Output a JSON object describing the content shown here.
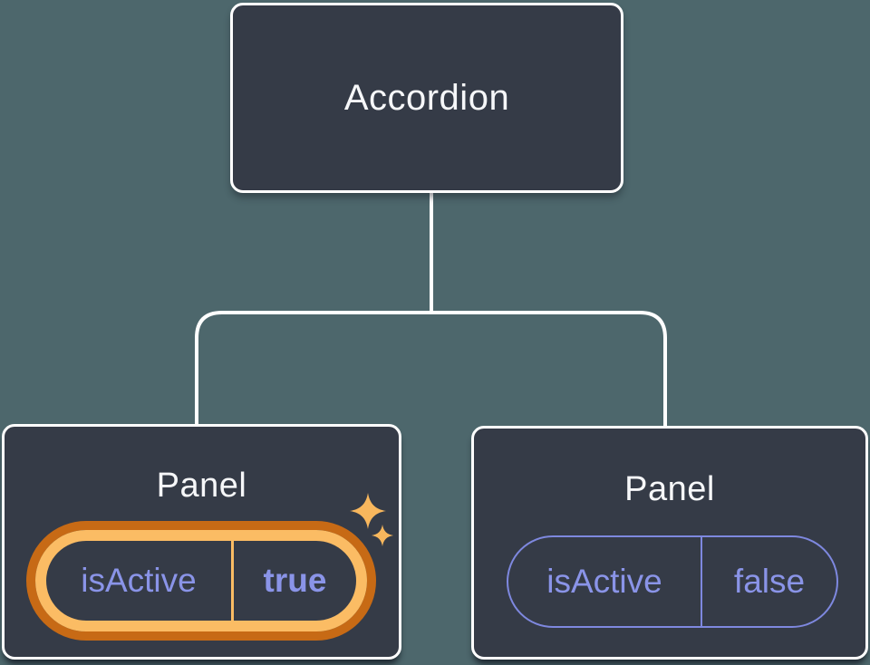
{
  "tree": {
    "root": {
      "label": "Accordion"
    },
    "panels": [
      {
        "label": "Panel",
        "prop_name": "isActive",
        "prop_value": "true",
        "state": "active"
      },
      {
        "label": "Panel",
        "prop_name": "isActive",
        "prop_value": "false",
        "state": "inactive"
      }
    ]
  },
  "icons": {
    "sparkles": "sparkles-icon"
  },
  "theme": {
    "canvas-bg": "#4D676C",
    "node-bg": "#353B47",
    "node-border": "#FFFFFF",
    "title-color": "#F6F7F9",
    "prop-color": "#8A94E8",
    "pill-border": "#7E88DF",
    "orange-dark": "#C76A15",
    "orange-light": "#FBBC64",
    "sparkle-color": "#F8B75D",
    "connector-color": "#FFFFFF"
  }
}
